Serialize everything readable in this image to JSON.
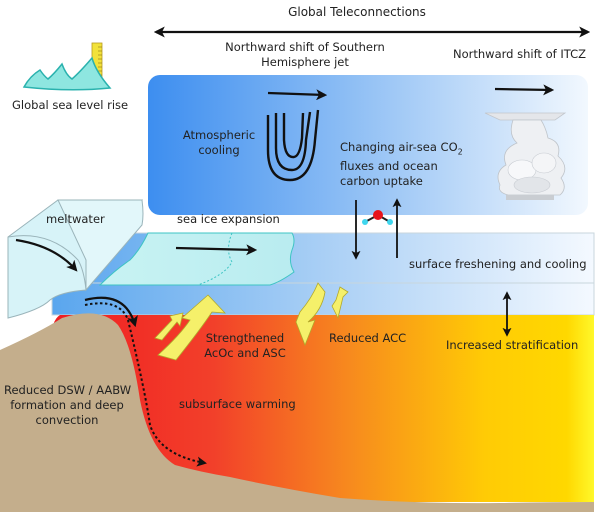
{
  "title": "Global Teleconnections",
  "labels": {
    "sea_level": "Global sea level rise",
    "jet_line1": "Northward shift of Southern",
    "jet_line2": "Hemisphere jet",
    "itcz": "Northward shift of ITCZ",
    "atmos_line1": "Atmospheric",
    "atmos_line2": "cooling",
    "co2_line1_pre": "Changing air-sea CO",
    "co2_sub": "2",
    "co2_line2": "fluxes and ocean",
    "co2_line3": "carbon uptake",
    "meltwater": "meltwater",
    "sea_ice": "sea ice expansion",
    "surface": "surface freshening and cooling",
    "acoc_line1": "Strengthened",
    "acoc_line2": "AcOc and ASC",
    "acc": "Reduced ACC",
    "strat": "Increased stratification",
    "dsw_line1": "Reduced DSW / AABW",
    "dsw_line2": "formation and deep",
    "dsw_line3": "convection",
    "subsurface": "subsurface warming"
  },
  "colors": {
    "atmos_blue": "#3d8ef0",
    "atmos_light": "#f2f8fe",
    "surface_blue": "#5aa6ee",
    "ice_cyan": "#c8f3f3",
    "ice_edge": "#3ec4c4",
    "warm_red": "#f01c22",
    "warm_orange": "#f78a1e",
    "warm_yellow": "#ffd200",
    "warm_yellow_edge": "#fff82a",
    "seabed": "#c4ae8c",
    "arrow_yellow": "#f5f06a",
    "co2_red": "#e8141c",
    "co2_cyan": "#3fd6ee"
  }
}
